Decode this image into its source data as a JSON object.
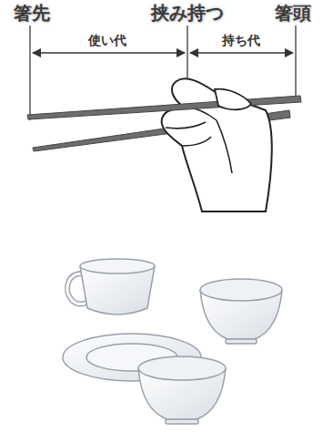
{
  "diagram": {
    "labels": [
      "箸先",
      "挟み持つ",
      "箸頭",
      "使い代",
      "持ち代"
    ]
  }
}
